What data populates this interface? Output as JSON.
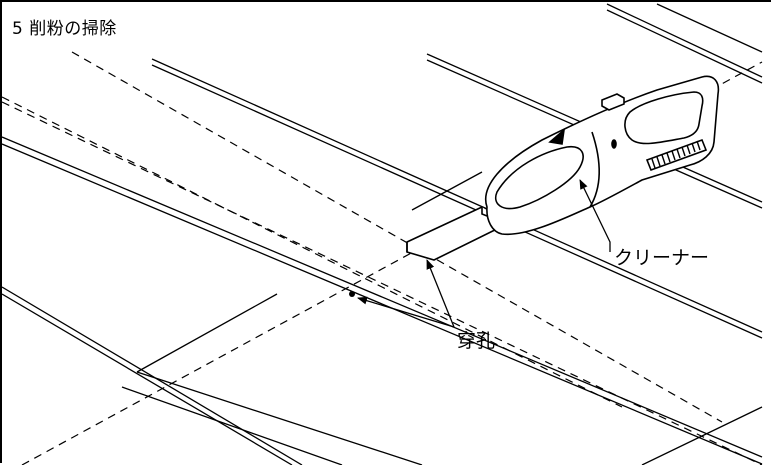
{
  "title": "5 削粉の掃除",
  "labels": {
    "cleaner": "クリーナー",
    "hole": "穿孔"
  },
  "colors": {
    "line": "#000000",
    "background": "#ffffff"
  }
}
